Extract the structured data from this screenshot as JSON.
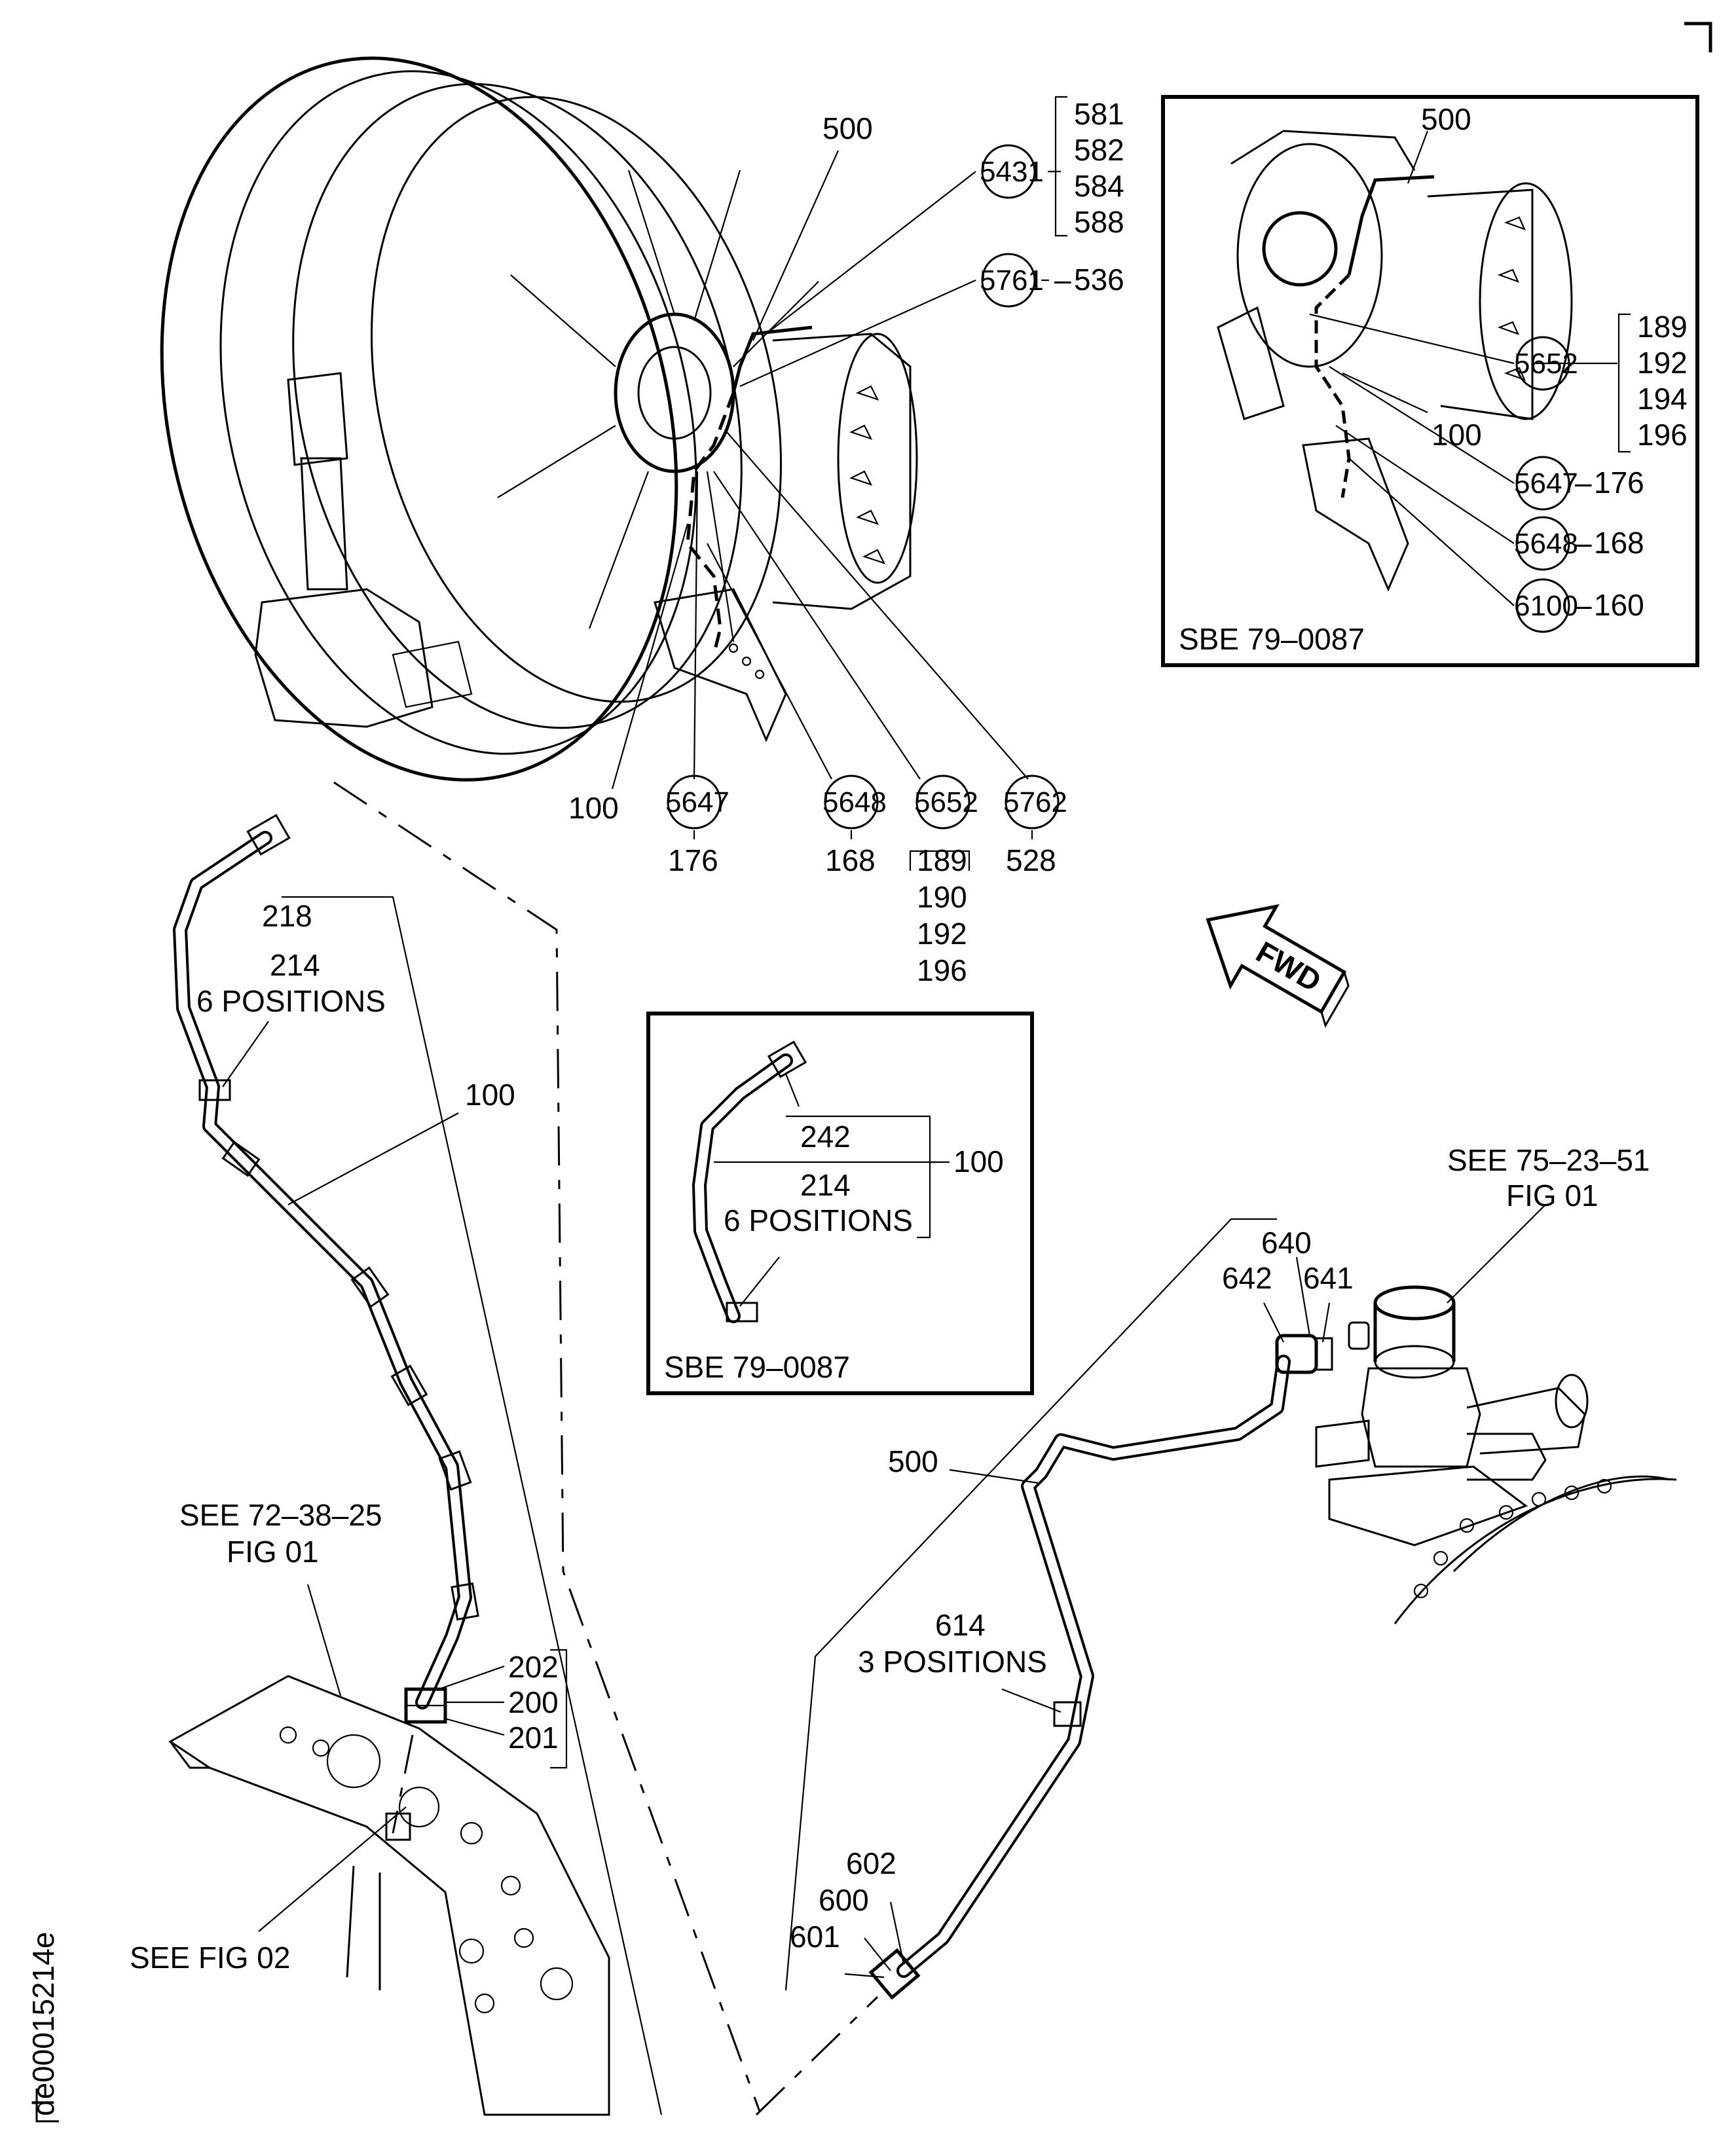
{
  "figure_id": "de00015214e",
  "main_view": {
    "callouts": {
      "c500": "500",
      "c5431": "5431",
      "c5431_items": [
        "581",
        "582",
        "584",
        "588"
      ],
      "c5761": "5761",
      "c5761_item": "536",
      "c100": "100",
      "c5647": "5647",
      "c5647_item": "176",
      "c5648": "5648",
      "c5648_item": "168",
      "c5652": "5652",
      "c5652_items": [
        "189",
        "190",
        "192",
        "196"
      ],
      "c5762": "5762",
      "c5762_item": "528"
    }
  },
  "inset_sbe_top": {
    "caption": "SBE 79–0087",
    "c500": "500",
    "c5652": "5652",
    "c5652_items": [
      "189",
      "192",
      "194",
      "196"
    ],
    "c100": "100",
    "c5647": "5647",
    "c5647_item": "176",
    "c5648": "5648",
    "c5648_item": "168",
    "c6100": "6100",
    "c6100_item": "160"
  },
  "fwd_arrow": "FWD",
  "left_tube": {
    "c218": "218",
    "c214": "214",
    "c214_note": "6 POSITIONS",
    "c100": "100",
    "c202": "202",
    "c200": "200",
    "c201": "201",
    "ref_72": "SEE 72–38–25",
    "ref_72_fig": "FIG 01",
    "ref_fig02": "SEE FIG 02"
  },
  "inset_sbe_mid": {
    "caption": "SBE 79–0087",
    "c242": "242",
    "c214": "214",
    "c214_note": "6 POSITIONS",
    "c100": "100"
  },
  "right_tube": {
    "ref_75": "SEE 75–23–51",
    "ref_75_fig": "FIG 01",
    "c640": "640",
    "c642": "642",
    "c641": "641",
    "c500": "500",
    "c614": "614",
    "c614_note": "3 POSITIONS",
    "c602": "602",
    "c600": "600",
    "c601": "601"
  }
}
